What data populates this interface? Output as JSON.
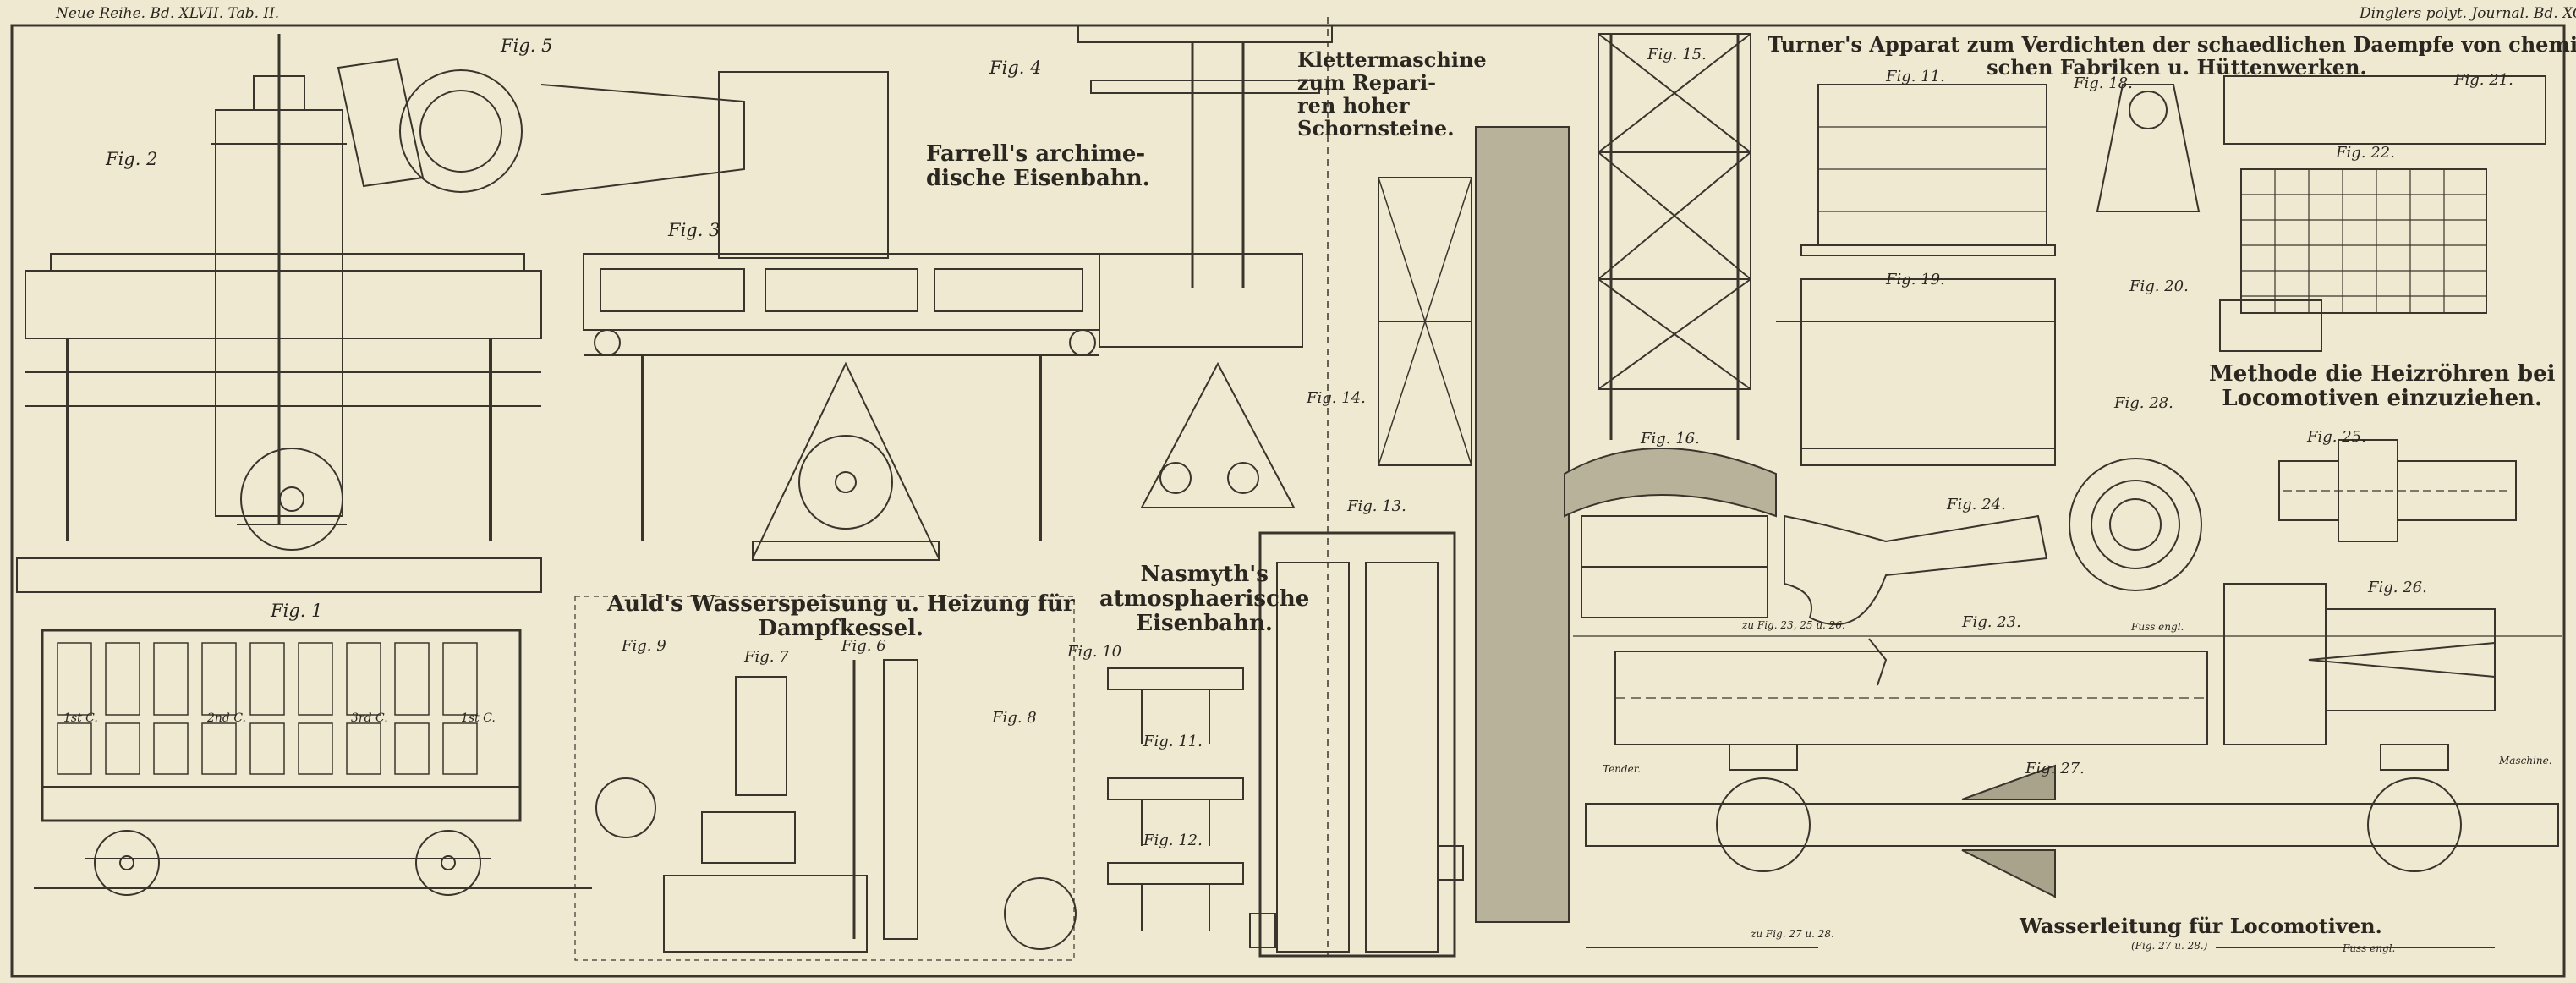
{
  "header": {
    "left": "Neue Reihe. Bd. XLVII. Tab. II.",
    "right": "Dinglers polyt. Journal. Bd. XCVII. Tab. II."
  },
  "figures": {
    "fig1": "Fig. 1",
    "fig2": "Fig. 2",
    "fig3": "Fig. 3",
    "fig4": "Fig. 4",
    "fig5": "Fig. 5",
    "fig6": "Fig. 6",
    "fig7": "Fig. 7",
    "fig8": "Fig. 8",
    "fig9": "Fig. 9",
    "fig10": "Fig. 10",
    "fig11a": "Fig. 11.",
    "fig11b": "Fig. 11.",
    "fig12": "Fig. 12.",
    "fig13": "Fig. 13.",
    "fig14": "Fig. 14.",
    "fig15": "Fig. 15.",
    "fig16": "Fig. 16.",
    "fig18": "Fig. 18.",
    "fig19": "Fig. 19.",
    "fig20": "Fig. 20.",
    "fig21": "Fig. 21.",
    "fig22": "Fig. 22.",
    "fig23": "Fig. 23.",
    "fig24": "Fig. 24.",
    "fig25": "Fig. 25.",
    "fig26": "Fig. 26.",
    "fig27": "Fig. 27.",
    "fig28": "Fig. 28."
  },
  "captions": {
    "farrell": [
      "Farrell's archime-",
      "dische Eisenbahn."
    ],
    "klettermaschine": [
      "Klettermaschine",
      "zum Repari-",
      "ren hoher",
      "Schornsteine."
    ],
    "turner": [
      "Turner's Apparat zum Verdichten der schaedlichen Daempfe von chemi-",
      "schen Fabriken u. Hüttenwerken."
    ],
    "auld": [
      "Auld's Wasserspeisung u. Heizung für",
      "Dampfkessel."
    ],
    "nasmyth": [
      "Nasmyth's",
      "atmosphaerische",
      "Eisenbahn."
    ],
    "heizroehren": [
      "Methode die Heizröhren bei",
      "Locomotiven einzuziehen."
    ],
    "wasserleitung": "Wasserleitung für Locomotiven."
  },
  "car_labels": [
    "1st C.",
    "2nd C.",
    "3rd C.",
    "1st C."
  ],
  "small_text": {
    "fuss_engl_top": "Fuss engl.",
    "fuss_engl_bottom": "Fuss engl.",
    "scale_top": "zu Fig. 23, 25 u. 26.",
    "scale_bottom": "zu Fig. 27 u. 28.",
    "scale_note": "(Fig. 27 u. 28.)",
    "tender": "Tender.",
    "maschine": "Maschine."
  }
}
